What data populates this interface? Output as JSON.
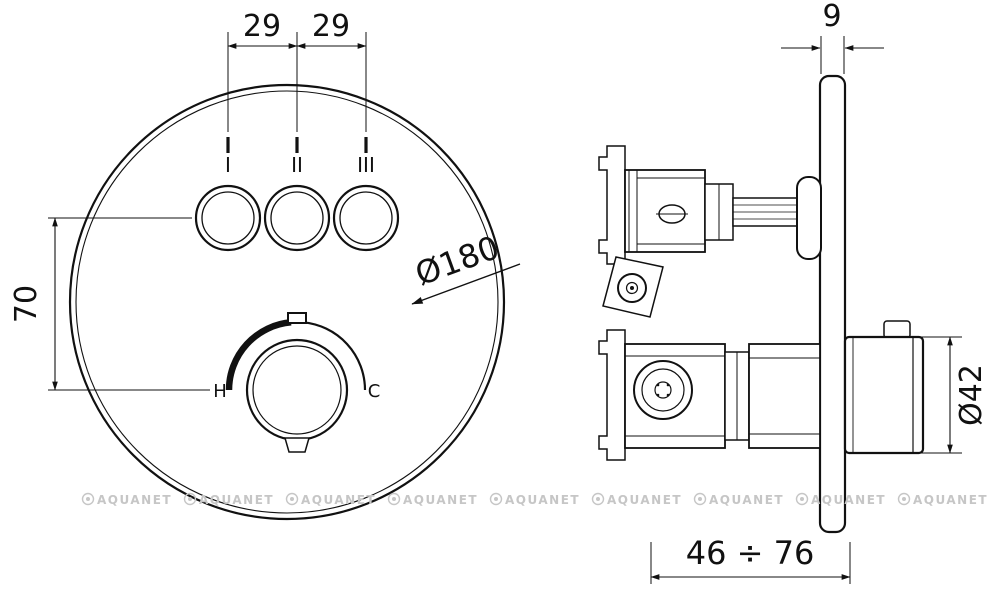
{
  "front_view": {
    "button_labels": [
      "I",
      "II",
      "III"
    ],
    "dims": {
      "button_spacing_left": "29",
      "button_spacing_right": "29",
      "vertical_offset": "70",
      "plate_diameter": "Ø180"
    },
    "knob": {
      "hot": "H",
      "cold": "C"
    }
  },
  "side_view": {
    "dims": {
      "plate_thickness": "9",
      "handle_diameter": "Ø42",
      "installation_depth": "46 ÷ 76"
    }
  },
  "watermark": {
    "text": "AQUANET"
  },
  "colors": {
    "line": "#111111",
    "watermark": "#c6c6c6"
  }
}
